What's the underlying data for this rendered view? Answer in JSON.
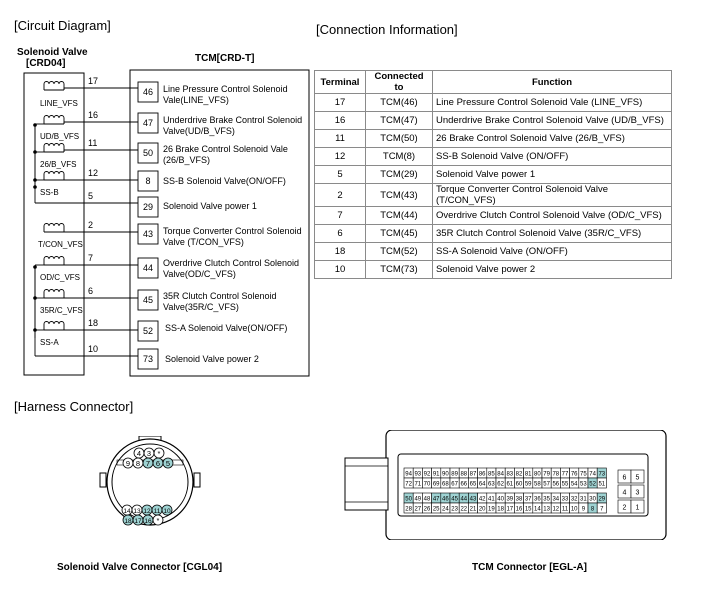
{
  "sections": {
    "circuit": "[Circuit Diagram]",
    "connection": "[Connection Information]",
    "harness": "[Harness Connector]"
  },
  "solenoid_block": {
    "title": "Solenoid Valve",
    "subtitle": "[CRD04]"
  },
  "tcm_block": {
    "title": "TCM[CRD-T]"
  },
  "solenoid_labels": [
    "LINE_VFS",
    "UD/B_VFS",
    "26/B_VFS",
    "SS-B",
    "T/CON_VFS",
    "OD/C_VFS",
    "35R/C_VFS",
    "SS-A"
  ],
  "wires": [
    {
      "terminal": "17",
      "tcm_pin": "46",
      "function_lines": [
        "Line Pressure Control Solenoid",
        "Vale(LINE_VFS)"
      ]
    },
    {
      "terminal": "16",
      "tcm_pin": "47",
      "function_lines": [
        "Underdrive Brake Control Solenoid",
        "Valve(UD/B_VFS)"
      ]
    },
    {
      "terminal": "11",
      "tcm_pin": "50",
      "function_lines": [
        "26 Brake Control Solenoid Vale",
        "(26/B_VFS)"
      ]
    },
    {
      "terminal": "12",
      "tcm_pin": "8",
      "function_lines": [
        "SS-B Solenoid Valve(ON/OFF)"
      ]
    },
    {
      "terminal": "5",
      "tcm_pin": "29",
      "function_lines": [
        "Solenoid Valve power 1"
      ]
    },
    {
      "terminal": "2",
      "tcm_pin": "43",
      "function_lines": [
        "Torque Converter Control Solenoid",
        "Valve (T/CON_VFS)"
      ]
    },
    {
      "terminal": "7",
      "tcm_pin": "44",
      "function_lines": [
        "Overdrive Clutch Control Solenoid",
        "Valve(OD/C_VFS)"
      ]
    },
    {
      "terminal": "6",
      "tcm_pin": "45",
      "function_lines": [
        "35R Clutch Control Solenoid",
        "Valve(35R/C_VFS)"
      ]
    },
    {
      "terminal": "18",
      "tcm_pin": "52",
      "function_lines": [
        "SS-A Solenoid Valve(ON/OFF)"
      ]
    },
    {
      "terminal": "10",
      "tcm_pin": "73",
      "function_lines": [
        "Solenoid Valve power 2"
      ]
    }
  ],
  "connection_table": {
    "headers": [
      "Terminal",
      "Connected to",
      "Function"
    ],
    "rows": [
      [
        "17",
        "TCM(46)",
        "Line Pressure Control Solenoid Vale (LINE_VFS)"
      ],
      [
        "16",
        "TCM(47)",
        "Underdrive Brake Control Solenoid Valve (UD/B_VFS)"
      ],
      [
        "11",
        "TCM(50)",
        "26 Brake Control Solenoid Valve (26/B_VFS)"
      ],
      [
        "12",
        "TCM(8)",
        "SS-B Solenoid Valve (ON/OFF)"
      ],
      [
        "5",
        "TCM(29)",
        "Solenoid Valve power 1"
      ],
      [
        "2",
        "TCM(43)",
        "Torque Converter Control Solenoid Valve (T/CON_VFS)"
      ],
      [
        "7",
        "TCM(44)",
        "Overdrive Clutch Control Solenoid Valve (OD/C_VFS)"
      ],
      [
        "6",
        "TCM(45)",
        "35R Clutch Control Solenoid Valve (35R/C_VFS)"
      ],
      [
        "18",
        "TCM(52)",
        "SS-A Solenoid Valve (ON/OFF)"
      ],
      [
        "10",
        "TCM(73)",
        "Solenoid Valve power 2"
      ]
    ]
  },
  "solenoid_connector": {
    "caption": "Solenoid Valve Connector [CGL04]",
    "rows": [
      {
        "pins": [
          "4",
          "3",
          "*"
        ],
        "used": [
          false,
          false,
          false
        ]
      },
      {
        "pins": [
          "9",
          "8",
          "7",
          "6",
          "5"
        ],
        "used": [
          false,
          false,
          true,
          true,
          true
        ]
      },
      {
        "pins": [
          "14",
          "13",
          "12",
          "11",
          "10"
        ],
        "used": [
          false,
          false,
          true,
          true,
          true
        ]
      },
      {
        "pins": [
          "18",
          "17",
          "16",
          "*"
        ],
        "used": [
          true,
          true,
          true,
          false
        ]
      }
    ],
    "highlight_color": "#9fd3d3"
  },
  "tcm_connector": {
    "caption": "TCM Connector [EGL-A]",
    "upper_rows": [
      [
        "94",
        "93",
        "92",
        "91",
        "90",
        "89",
        "88",
        "87",
        "86",
        "85",
        "84",
        "83",
        "82",
        "81",
        "80",
        "79",
        "78",
        "77",
        "76",
        "75",
        "74",
        "73"
      ],
      [
        "72",
        "71",
        "70",
        "69",
        "68",
        "67",
        "66",
        "65",
        "64",
        "63",
        "62",
        "61",
        "60",
        "59",
        "58",
        "57",
        "56",
        "55",
        "54",
        "53",
        "52",
        "51"
      ]
    ],
    "lower_rows": [
      [
        "50",
        "49",
        "48",
        "47",
        "46",
        "45",
        "44",
        "43",
        "42",
        "41",
        "40",
        "39",
        "38",
        "37",
        "36",
        "35",
        "34",
        "33",
        "32",
        "31",
        "30",
        "29"
      ],
      [
        "28",
        "27",
        "26",
        "25",
        "24",
        "23",
        "22",
        "21",
        "20",
        "19",
        "18",
        "17",
        "16",
        "15",
        "14",
        "13",
        "12",
        "11",
        "10",
        "9",
        "8",
        "7"
      ]
    ],
    "side_pins": [
      [
        "6",
        "5"
      ],
      [
        "4",
        "3"
      ],
      [
        "2",
        "1"
      ]
    ],
    "used_pins": [
      "73",
      "52",
      "50",
      "47",
      "46",
      "45",
      "44",
      "43",
      "29",
      "8"
    ],
    "highlight_color": "#9fd3d3"
  }
}
